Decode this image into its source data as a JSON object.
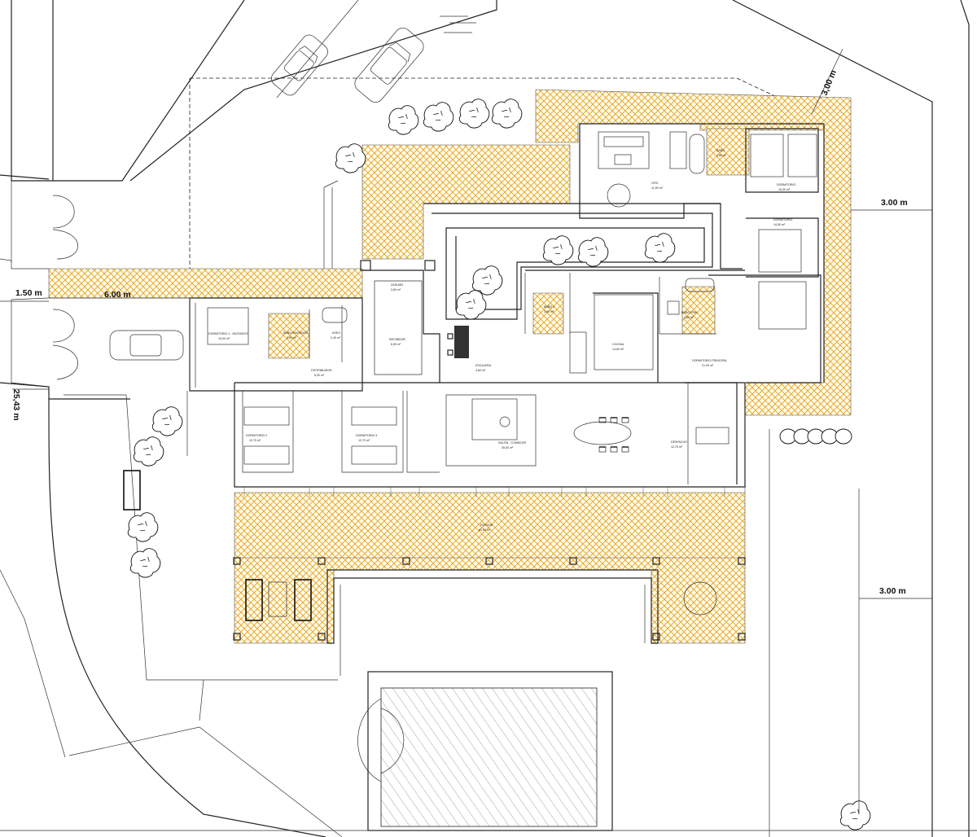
{
  "drawing": {
    "colors": {
      "terrace_hatch": "#e6a21c",
      "line": "#222222",
      "background": "#ffffff"
    },
    "dimensions": {
      "setback_right_top": "3.00 m",
      "setback_right_bottom": "3.00 m",
      "setback_top_diagonal": "3,00 m",
      "access_width": "1.50 m",
      "driveway_length": "6.00 m",
      "left_boundary": "25,43 m"
    },
    "rooms": {
      "salon_comedor": "SALÓN - COMEDOR",
      "salon_comedor_area": "35,00 m²",
      "cocina": "COCINA",
      "cocina_area": "14,60 m²",
      "dormitorio_principal": "DORMITORIO PRINCIPAL",
      "dormitorio_principal_area": "21,00 m²",
      "bano_principal": "BAÑO PPAL.",
      "bano_principal_area": "4,80 m²",
      "dormitorio_invitados": "DORMITORIO 1 - INVITADOS",
      "dormitorio_invitados_area": "15,00 m²",
      "bano_invitados": "BAÑO INVITADOS",
      "bano_invitados_area": "3,50 m²",
      "aseo": "ASEO",
      "aseo_area": "2,40 m²",
      "distribuidor": "DISTRIBUIDOR",
      "distribuidor_area": "5,00 m²",
      "recibidor": "RECIBIDOR",
      "recibidor_area": "6,50 m²",
      "dormitorio_2": "DORMITORIO 2",
      "dormitorio_2_area": "12,70 m²",
      "dormitorio_3": "DORMITORIO 3",
      "dormitorio_3_area": "12,70 m²",
      "despacho": "DESPACHO",
      "despacho_area": "12,70 m²",
      "porche": "PORCHE",
      "porche_area": "81,00 m²",
      "bano_2": "BAÑO 2",
      "bano_2_area": "3,90 m²",
      "zaguan": "ZAGUÁN",
      "zaguan_area": "3,60 m²",
      "escalera": "ESCALERA",
      "escalera_area": "4,60 m²",
      "ofis": "OFIS",
      "ofis_area": "11,50 m²",
      "bano_3": "BAÑO",
      "bano_3_area": "4,50 m²",
      "dormitorio_4": "DORMITORIO",
      "dormitorio_4_area": "15,00 m²",
      "dormitorio_5": "DORMITORIO",
      "dormitorio_5_area": "14,50 m²"
    }
  }
}
